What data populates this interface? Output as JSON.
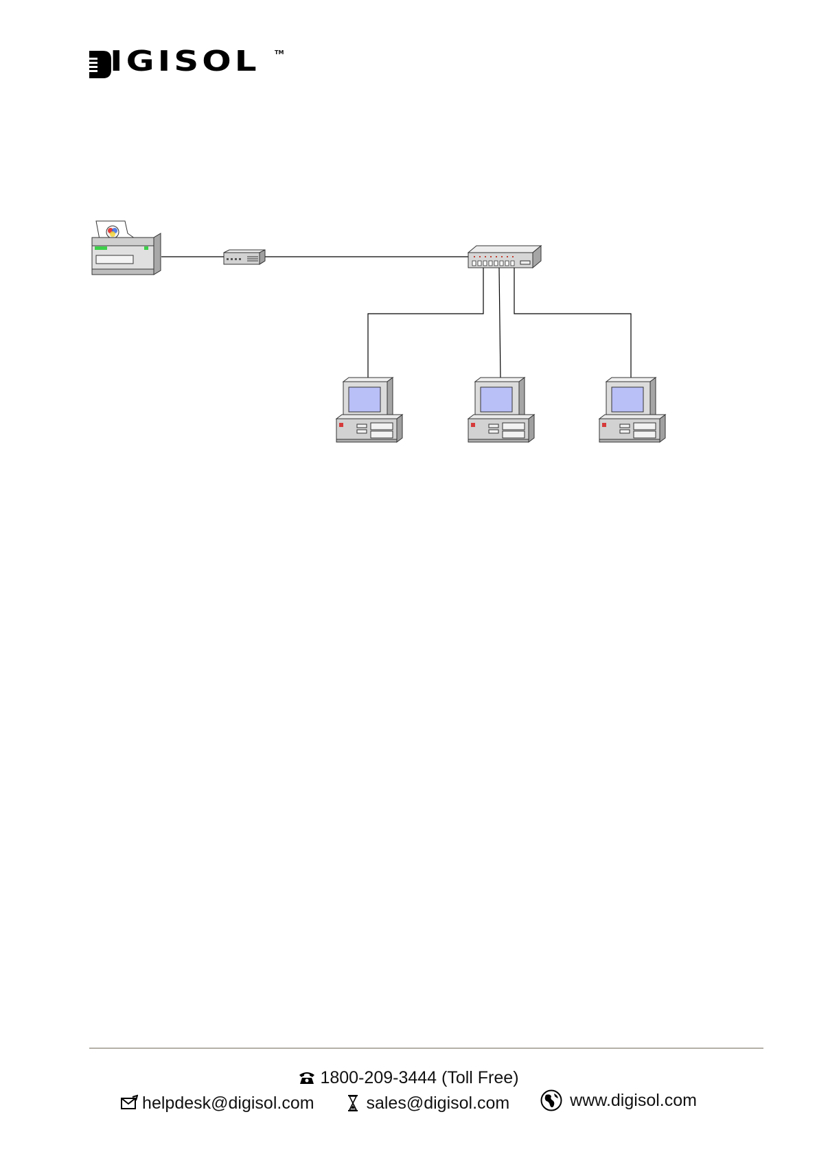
{
  "header": {
    "brand": "IGISOL",
    "trademark": "TM"
  },
  "contact": {
    "phone": "1800-209-3444 (Toll Free)",
    "email_helpdesk": "helpdesk@digisol.com",
    "email_sales": "sales@digisol.com",
    "website": "www.digisol.com"
  },
  "icons": {
    "phone": "telephone-icon",
    "helpdesk": "envelope-icon",
    "sales": "hourglass-icon",
    "website": "globe-icon"
  },
  "colors": {
    "footer_rule": "#b4b0a6",
    "screen": "#b9bff7",
    "device_body": "#d6d6d6"
  }
}
